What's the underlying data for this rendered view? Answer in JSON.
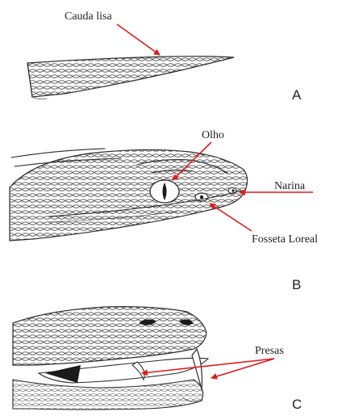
{
  "labels": {
    "tail": "Cauda lisa",
    "eye": "Olho",
    "nostril": "Narina",
    "pit": "Fosseta Loreal",
    "fangs": "Presas",
    "panel_a": "A",
    "panel_b": "B",
    "panel_c": "C"
  },
  "colors": {
    "arrow": "#e11a1a",
    "ink": "#2a2a2a",
    "background": "#ffffff"
  }
}
